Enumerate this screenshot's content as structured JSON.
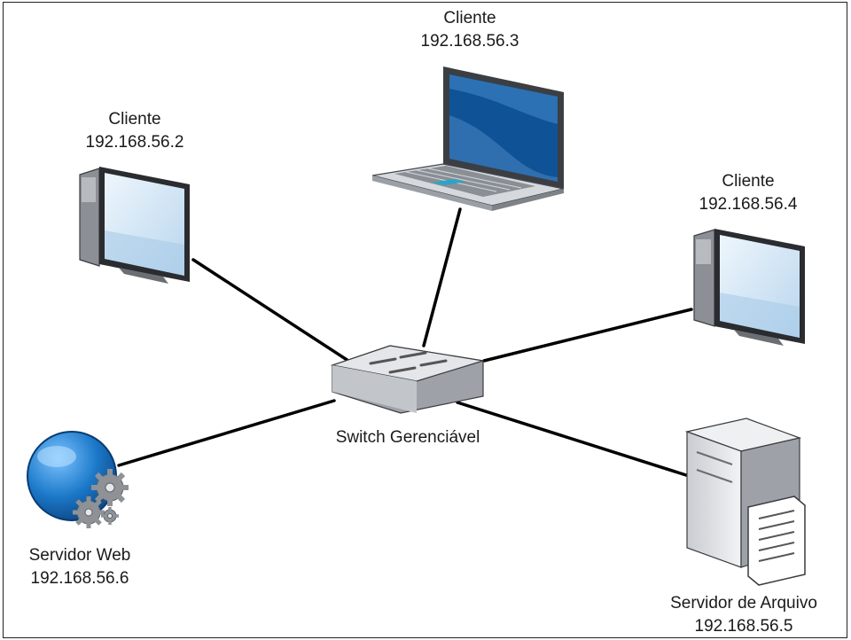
{
  "nodes": {
    "laptop": {
      "name": "Cliente",
      "ip": "192.168.56.3"
    },
    "pc_left": {
      "name": "Cliente",
      "ip": "192.168.56.2"
    },
    "pc_right": {
      "name": "Cliente",
      "ip": "192.168.56.4"
    },
    "switch": {
      "name": "Switch Gerenciável"
    },
    "web_server": {
      "name": "Servidor Web",
      "ip": "192.168.56.6"
    },
    "file_server": {
      "name": "Servidor de Arquivo",
      "ip": "192.168.56.5"
    }
  },
  "connections": [
    {
      "from": "switch",
      "to": "pc_left"
    },
    {
      "from": "switch",
      "to": "laptop"
    },
    {
      "from": "switch",
      "to": "pc_right"
    },
    {
      "from": "switch",
      "to": "web_server"
    },
    {
      "from": "switch",
      "to": "file_server"
    }
  ],
  "icons": [
    "desktop-computer-icon",
    "laptop-icon",
    "network-switch-icon",
    "web-server-globe-icon",
    "file-server-icon"
  ],
  "colors": {
    "link": "#000000",
    "screen": "#cfe3f3",
    "laptop_screen": "#1a68b0",
    "globe": "#1b78c8",
    "gear": "#8e9297"
  }
}
